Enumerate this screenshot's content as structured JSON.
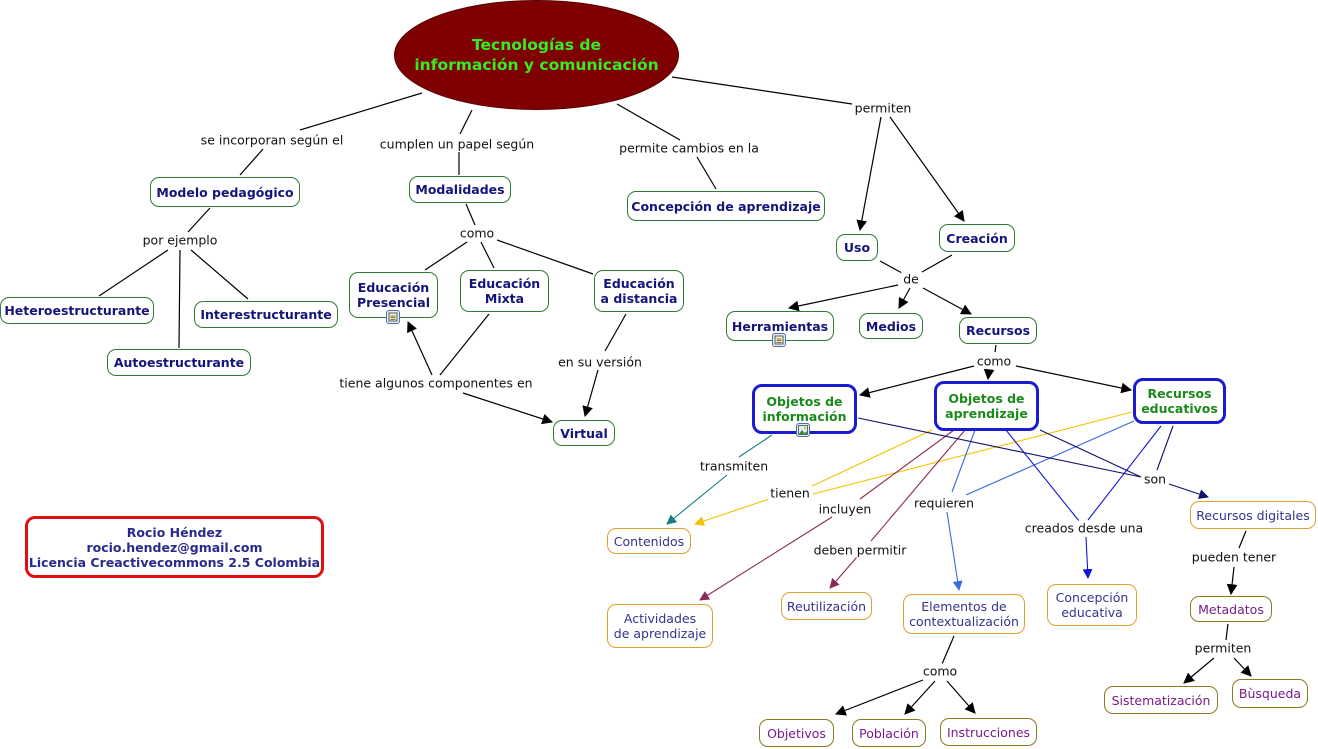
{
  "title": "Tecnologías de\ninformación y comunicación",
  "colors": {
    "root_fill": "#7f0000",
    "root_text": "#33ee22",
    "concept_border": "#2e7d32",
    "concept_text": "#14147a",
    "highlight_border": "#1a1ad0",
    "highlight_text": "#1a8a1a",
    "leaf_border": "#e0a030",
    "leaf_text": "#34348c",
    "leaf2_border": "#8a7a20",
    "leaf2_text": "#7a1a8a",
    "credit_border": "#dd1111"
  },
  "nodes": {
    "modelo": "Modelo pedagógico",
    "hetero": "Heteroestructurante",
    "inter": "Interestructurante",
    "auto": "Autoestructurante",
    "modalidades": "Modalidades",
    "presencial": "Educación\nPresencial",
    "mixta": "Educación\nMixta",
    "distancia": "Educación\na distancia",
    "virtual": "Virtual",
    "concepcion_aprendizaje": "Concepción de aprendizaje",
    "uso": "Uso",
    "creacion": "Creación",
    "herramientas": "Herramientas",
    "medios": "Medios",
    "recursos": "Recursos",
    "obj_info": "Objetos de\ninformación",
    "obj_aprend": "Objetos de\naprendizaje",
    "rec_educ": "Recursos\neducativos",
    "contenidos": "Contenidos",
    "actividades": "Actividades\nde aprendizaje",
    "reutilizacion": "Reutilización",
    "elementos": "Elementos de\ncontextualización",
    "concepcion_educativa": "Concepción\neducativa",
    "rec_digitales": "Recursos digitales",
    "metadatos": "Metadatos",
    "sistematizacion": "Sistematización",
    "busqueda": "Bùsqueda",
    "objetivos": "Objetivos",
    "poblacion": "Población",
    "instrucciones": "Instrucciones"
  },
  "linking_phrases": {
    "incorporan": "se incorporan según el",
    "cumplen": "cumplen un papel según",
    "permite_cambios": "permite cambios en la",
    "permiten_top": "permiten",
    "por_ejemplo": "por ejemplo",
    "como_mod": "como",
    "tiene_algunos": "tiene algunos componentes en",
    "en_su_version": "en su versión",
    "de": "de",
    "como_rec": "como",
    "transmiten": "transmiten",
    "tienen": "tienen",
    "incluyen": "incluyen",
    "deben_permitir": "deben permitir",
    "requieren": "requieren",
    "creados": "creados desde una",
    "son": "son",
    "pueden_tener": "pueden tener",
    "permiten_meta": "permiten",
    "como_ctx": "como"
  },
  "credit": {
    "name": "Rocio Héndez",
    "email": "rocio.hendez@gmail.com",
    "license": "Licencia Creactivecommons 2.5 Colombia"
  },
  "resource_icons": [
    "document-icon",
    "document-icon",
    "image-icon"
  ]
}
